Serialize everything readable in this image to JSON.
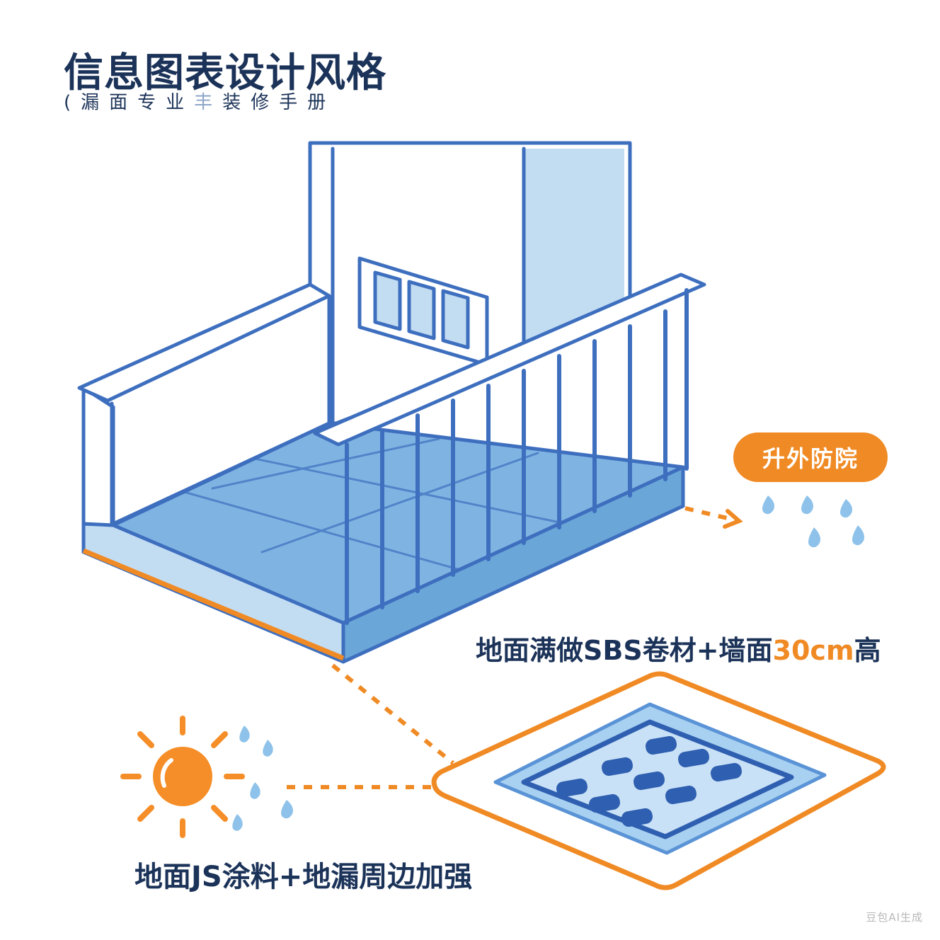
{
  "title": "信息图表设计风格",
  "subtitle": {
    "open": "(",
    "part1": "漏面专业",
    "blurred": "丰",
    "part2": "装修手册"
  },
  "callouts": {
    "badge": "升外防院",
    "floor_membrane": {
      "before": "地面满做SBS卷材+墙面",
      "highlight": "30cm",
      "after": "高"
    },
    "floor_coating": "地面JS涂料+地漏周边加强"
  },
  "watermark": "豆包AI生成",
  "colors": {
    "navy": "#1c3359",
    "line_blue": "#3e6fbf",
    "light_blue": "#c2dcf2",
    "floor_blue": "#7fb4e2",
    "orange": "#f08a24"
  },
  "icons": [
    "balcony-illustration",
    "rain-drops-icon",
    "sun-icon",
    "floor-drain-icon"
  ]
}
